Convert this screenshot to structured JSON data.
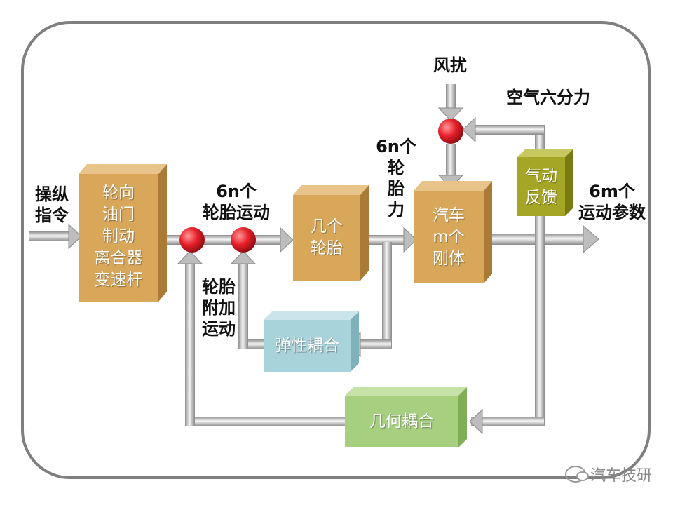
{
  "inputs": {
    "control_command": "操纵\n指令",
    "wind": "风扰",
    "aero": "空气六分力"
  },
  "signals": {
    "tire_motion": "6n个\n轮胎运动",
    "tire_force": "6n个\n轮\n胎\n力",
    "tire_extra": "轮胎\n附加\n运动",
    "output": "6m个\n运动参数"
  },
  "blocks": {
    "controls": "轮向\n油门\n制动\n离合器\n变速杆",
    "tires": "几个\n轮胎",
    "vehicle": "汽车\nm个\n刚体",
    "aero_feedback": "气动\n反馈",
    "elastic": "弹性耦合",
    "geometric": "几何耦合"
  },
  "watermark": "汽车技研",
  "colors": {
    "controls": "#d9a75a",
    "tires": "#d9a75a",
    "vehicle": "#d9a75a",
    "aero_feedback": "#a6a626",
    "elastic": "#a9d3db",
    "geometric": "#a6cf7f",
    "summing_node": "#e8202a",
    "frame": "#7f7f7f"
  }
}
